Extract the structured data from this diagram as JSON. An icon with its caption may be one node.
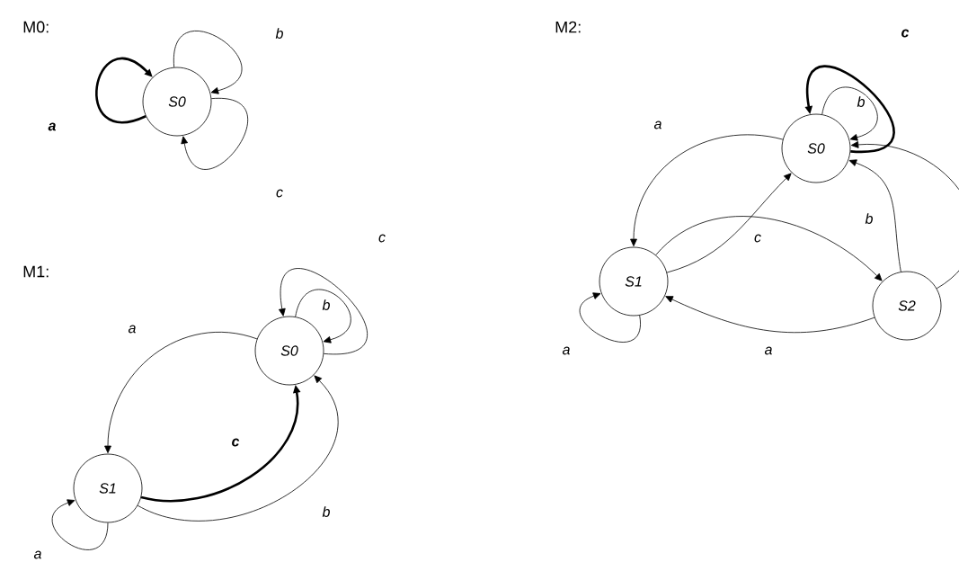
{
  "diagram": {
    "nodes": [
      {
        "text": [
          "S0"
        ]
      },
      {
        "text": [
          "S0"
        ]
      },
      {
        "text": [
          "S1"
        ]
      },
      {
        "text": [
          "S0"
        ]
      },
      {
        "text": [
          "S1"
        ]
      },
      {
        "text": [
          "S2"
        ]
      }
    ],
    "edges": [
      {
        "from": 0,
        "to": 0,
        "arrow": "to",
        "label": "a",
        "style": "thick"
      },
      {
        "from": 0,
        "to": 0,
        "arrow": "to",
        "label": "b"
      },
      {
        "from": 0,
        "to": 0,
        "arrow": "to",
        "label": "c"
      },
      {
        "from": 1,
        "to": 1,
        "arrow": "to",
        "label": "b"
      },
      {
        "from": 1,
        "to": 1,
        "arrow": "to",
        "label": "c"
      },
      {
        "from": 1,
        "to": 2,
        "arrow": "to",
        "label": "a"
      },
      {
        "from": 2,
        "to": 1,
        "arrow": "to",
        "label": "c",
        "style": "thick"
      },
      {
        "from": 2,
        "to": 1,
        "arrow": "to",
        "label": "b"
      },
      {
        "from": 2,
        "to": 2,
        "arrow": "to",
        "label": "a"
      },
      {
        "from": 3,
        "to": 3,
        "arrow": "to",
        "label": "b"
      },
      {
        "from": 3,
        "to": 3,
        "arrow": "to",
        "label": "c",
        "style": "thick"
      },
      {
        "from": 3,
        "to": 4,
        "arrow": "to",
        "label": "a"
      },
      {
        "from": 4,
        "to": 3,
        "arrow": "to"
      },
      {
        "from": 4,
        "to": 5,
        "arrow": "to",
        "label": "c"
      },
      {
        "from": 5,
        "to": 4,
        "arrow": "to",
        "label": "a"
      },
      {
        "from": 5,
        "to": 3,
        "arrow": "to",
        "label": "b"
      },
      {
        "from": 5,
        "to": 3,
        "arrow": "to"
      },
      {
        "from": 4,
        "to": 4,
        "arrow": "to",
        "label": "a"
      }
    ],
    "labels": [
      "M0:",
      "M1:",
      "M2:"
    ]
  }
}
